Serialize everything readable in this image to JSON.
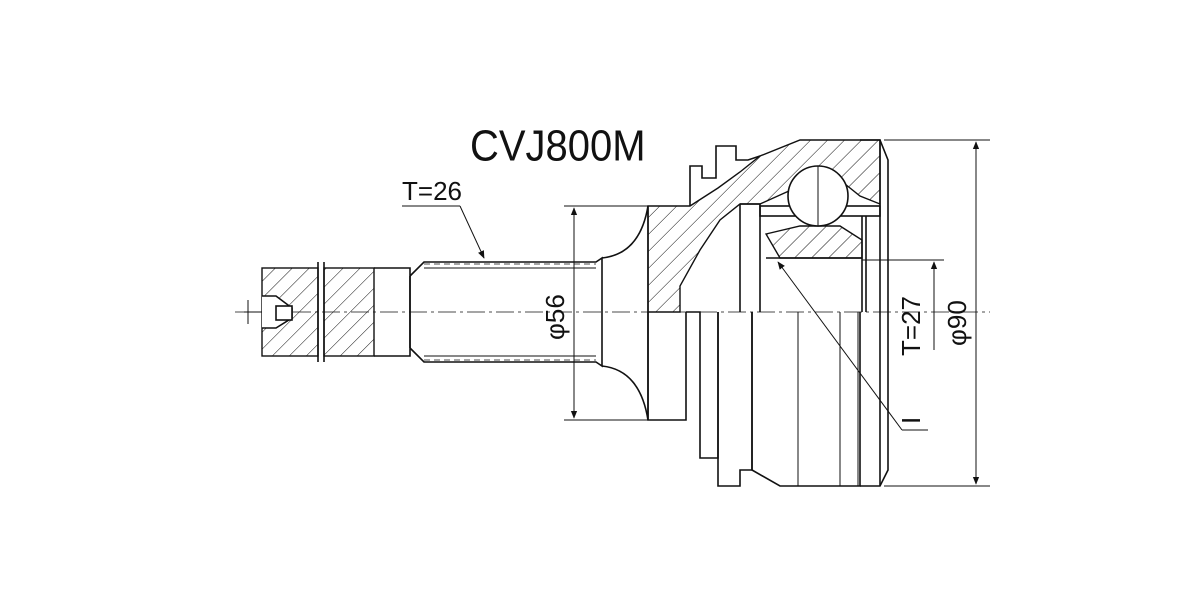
{
  "diagram": {
    "part_number": "CVJ800M",
    "thread_spline_left": "T=26",
    "thread_spline_right": "T=27",
    "shaft_diameter": "φ56",
    "outer_diameter": "φ90",
    "callout_marker": "I"
  },
  "colors": {
    "line": "#111111",
    "background": "#ffffff"
  }
}
